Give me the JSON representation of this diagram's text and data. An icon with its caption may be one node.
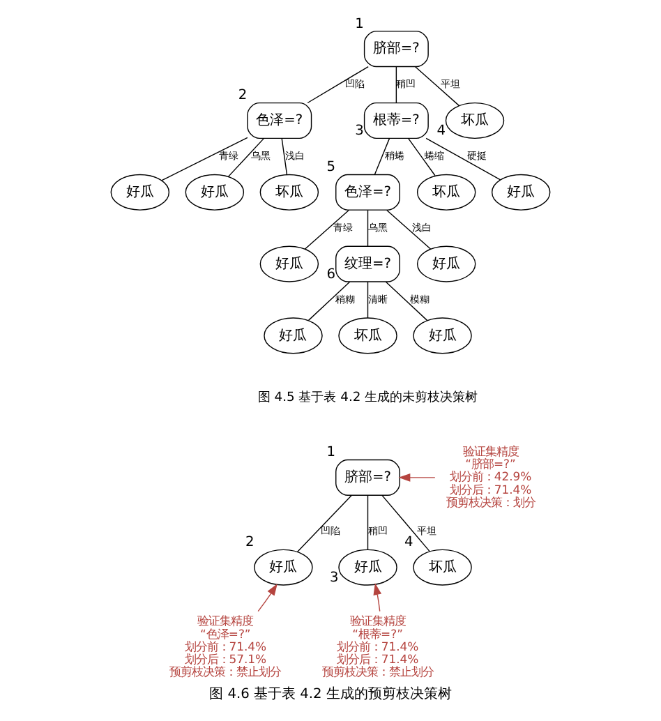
{
  "diagram": {
    "caption": "图 4.6 基于表 4.2 生成的预剪枝决策树",
    "nodes": [
      {
        "text": [
          "脐部=?"
        ],
        "beside": [
          "1"
        ]
      },
      {
        "text": [
          "色泽=?"
        ],
        "beside": [
          "2"
        ]
      },
      {
        "text": [
          "根蒂=?"
        ],
        "beside": [
          "3"
        ]
      },
      {
        "text": [
          "坏瓜"
        ],
        "beside": [
          "4"
        ]
      },
      {
        "text": [
          "好瓜"
        ]
      },
      {
        "text": [
          "好瓜"
        ]
      },
      {
        "text": [
          "坏瓜"
        ]
      },
      {
        "text": [
          "色泽=?"
        ],
        "beside": [
          "5"
        ]
      },
      {
        "text": [
          "坏瓜"
        ]
      },
      {
        "text": [
          "好瓜"
        ]
      },
      {
        "text": [
          "好瓜"
        ]
      },
      {
        "text": [
          "纹理=?"
        ],
        "beside": [
          "6"
        ]
      },
      {
        "text": [
          "好瓜"
        ]
      },
      {
        "text": [
          "好瓜"
        ]
      },
      {
        "text": [
          "坏瓜"
        ]
      },
      {
        "text": [
          "好瓜"
        ]
      },
      {
        "text": [
          "脐部=?"
        ],
        "beside": [
          "1"
        ]
      },
      {
        "text": [
          "好瓜"
        ],
        "beside": [
          "2"
        ]
      },
      {
        "text": [
          "好瓜"
        ],
        "beside": [
          "3"
        ]
      },
      {
        "text": [
          "坏瓜"
        ],
        "beside": [
          "4"
        ]
      },
      {
        "text": [
          "验证集精度",
          "“脐部=?”",
          "划分前：42.9%",
          "划分后：71.4%",
          "预剪枝决策：划分"
        ]
      },
      {
        "text": [
          "验证集精度",
          "“色泽=?”",
          "划分前：71.4%",
          "划分后：57.1%",
          "预剪枝决策：禁止划分"
        ]
      },
      {
        "text": [
          "验证集精度",
          "“根蒂=?”",
          "划分前：71.4%",
          "划分后：71.4%",
          "预剪枝决策：禁止划分"
        ]
      }
    ],
    "edges": [
      {
        "from": 0,
        "to": 1,
        "arrow": "none",
        "label": "凹陷"
      },
      {
        "from": 0,
        "to": 2,
        "arrow": "none",
        "label": "稍凹"
      },
      {
        "from": 0,
        "to": 3,
        "arrow": "none",
        "label": "平坦"
      },
      {
        "from": 1,
        "to": 4,
        "arrow": "none",
        "label": "青绿"
      },
      {
        "from": 1,
        "to": 5,
        "arrow": "none",
        "label": "乌黑"
      },
      {
        "from": 1,
        "to": 6,
        "arrow": "none",
        "label": "浅白"
      },
      {
        "from": 2,
        "to": 7,
        "arrow": "none",
        "label": "稍蜷"
      },
      {
        "from": 2,
        "to": 8,
        "arrow": "none",
        "label": "蜷缩"
      },
      {
        "from": 2,
        "to": 9,
        "arrow": "none",
        "label": "硬挺"
      },
      {
        "from": 7,
        "to": 10,
        "arrow": "none",
        "label": "青绿"
      },
      {
        "from": 7,
        "to": 11,
        "arrow": "none",
        "label": "乌黑"
      },
      {
        "from": 7,
        "to": 12,
        "arrow": "none",
        "label": "浅白"
      },
      {
        "from": 11,
        "to": 13,
        "arrow": "none",
        "label": "稍糊"
      },
      {
        "from": 11,
        "to": 14,
        "arrow": "none",
        "label": "清晰"
      },
      {
        "from": 11,
        "to": 15,
        "arrow": "none",
        "label": "模糊"
      },
      {
        "from": 16,
        "to": 17,
        "arrow": "none",
        "label": "凹陷"
      },
      {
        "from": 16,
        "to": 18,
        "arrow": "none",
        "label": "稍凹"
      },
      {
        "from": 16,
        "to": 19,
        "arrow": "none",
        "label": "平坦"
      },
      {
        "from": 20,
        "to": 16,
        "arrow": "to",
        "color": "#b5443f"
      },
      {
        "from": 21,
        "to": 17,
        "arrow": "to",
        "color": "#b5443f"
      },
      {
        "from": 22,
        "to": 18,
        "arrow": "to",
        "color": "#b5443f"
      }
    ],
    "labels": [
      "图 4.5 基于表 4.2 生成的未剪枝决策树"
    ]
  }
}
